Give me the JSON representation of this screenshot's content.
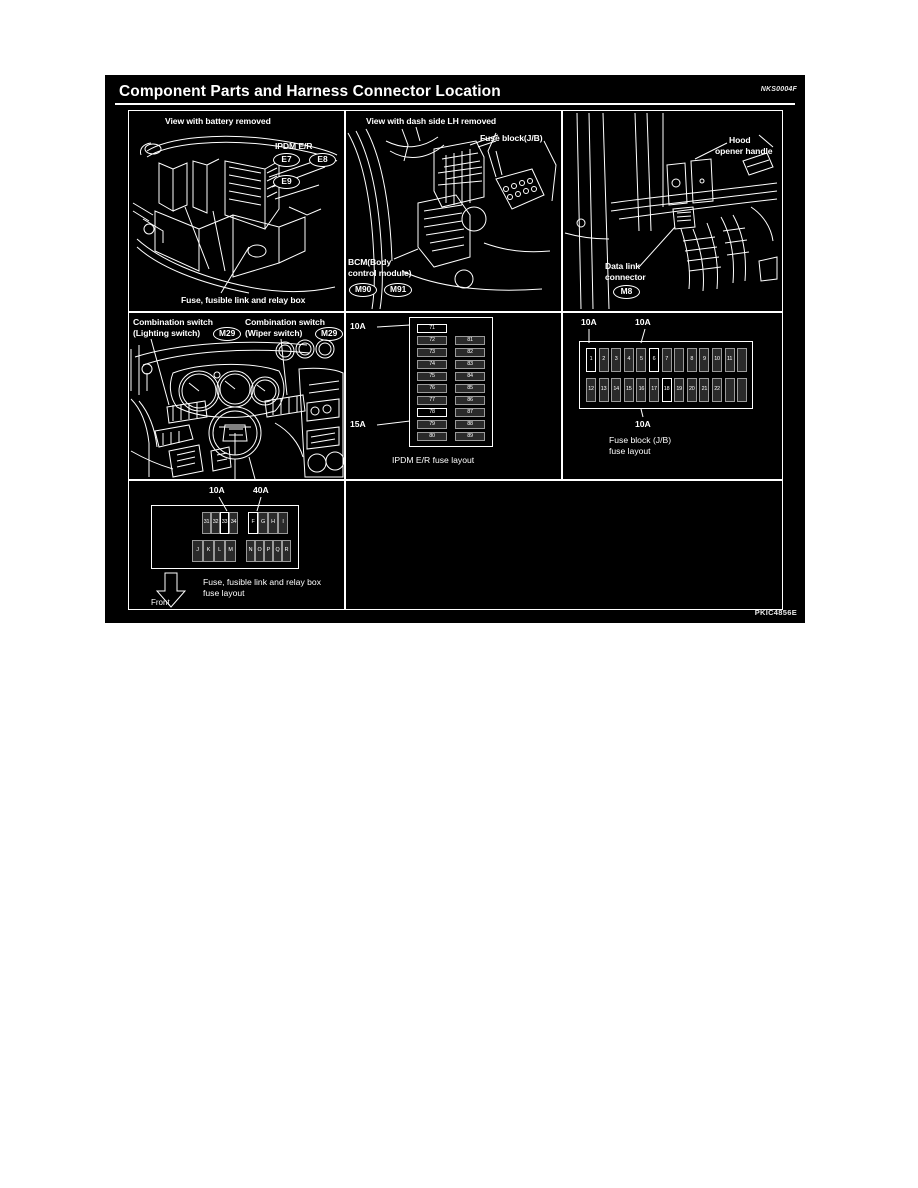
{
  "figure": {
    "title": "Component Parts and Harness Connector Location",
    "code_top": "NKS0004F",
    "code_bottom": "PKIC4856E"
  },
  "panels": {
    "battery_view": {
      "title": "View with battery removed",
      "ipdm_label": "IPDM E/R",
      "connectors": [
        "E7",
        "E8",
        "E9"
      ],
      "bottom_label": "Fuse, fusible link and relay box"
    },
    "dash_side_view": {
      "title": "View with dash side LH removed",
      "fuse_block_label": "Fuse block(J/B)",
      "bcm_label_line1": "BCM(Body",
      "bcm_label_line2": "control module)",
      "bcm_connectors": [
        "M90",
        "M91"
      ]
    },
    "hood_view": {
      "hood_label_line1": "Hood",
      "hood_label_line2": "opener handle",
      "dlc_label_line1": "Data link",
      "dlc_label_line2": "connector",
      "dlc_connector": "M8"
    },
    "combination_switch": {
      "lighting_line1": "Combination switch",
      "lighting_line2": "(Lighting switch)",
      "lighting_connector": "M29",
      "wiper_line1": "Combination switch",
      "wiper_line2": "(Wiper switch)",
      "wiper_connector": "M29"
    },
    "ipdm_fuse_layout": {
      "caption": "IPDM E/R fuse layout",
      "amp_top": "10A",
      "amp_bottom": "15A",
      "left_column": [
        "71",
        "72",
        "73",
        "74",
        "75",
        "76",
        "77",
        "78",
        "79",
        "80"
      ],
      "right_column": [
        "81",
        "82",
        "83",
        "84",
        "85",
        "86",
        "87",
        "88",
        "89"
      ],
      "highlighted": [
        "71",
        "78"
      ]
    },
    "fuse_block_jb_layout": {
      "caption_line1": "Fuse block (J/B)",
      "caption_line2": "fuse layout",
      "amp_top_left": "10A",
      "amp_top_right": "10A",
      "amp_bottom": "10A",
      "top_row": [
        "1",
        "2",
        "3",
        "4",
        "5",
        "6",
        "7",
        "",
        "8",
        "9",
        "10",
        "11",
        ""
      ],
      "bottom_row": [
        "12",
        "13",
        "14",
        "15",
        "16",
        "17",
        "18",
        "19",
        "20",
        "21",
        "22",
        "",
        ""
      ],
      "highlighted_top": [
        "1",
        "6"
      ],
      "highlighted_bottom": [
        "18"
      ]
    },
    "relay_box_layout": {
      "amp_left": "10A",
      "amp_right": "40A",
      "caption_line1": "Fuse, fusible link and relay box",
      "caption_line2": "fuse layout",
      "front_label": "Front",
      "group_top_left": [
        "31",
        "32",
        "33",
        "34"
      ],
      "group_top_right": [
        "F",
        "G",
        "H",
        "I"
      ],
      "group_bottom_left": [
        "J",
        "K",
        "L",
        "M"
      ],
      "group_bottom_right": [
        "N",
        "O",
        "P",
        "Q",
        "R"
      ],
      "highlighted_top_left": [
        "33"
      ],
      "highlighted_top_right": [
        "F"
      ]
    }
  }
}
